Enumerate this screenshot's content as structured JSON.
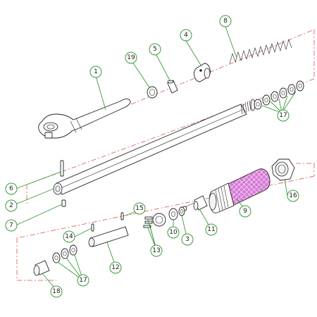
{
  "diagram": {
    "type": "exploded-parts-view",
    "accent_color": "#3a9a3a",
    "guide_line_color": "#d9534f",
    "grip_color": "#d67ad6",
    "callouts": [
      {
        "id": "c1",
        "label": "1"
      },
      {
        "id": "c2",
        "label": "2"
      },
      {
        "id": "c3",
        "label": "3"
      },
      {
        "id": "c4",
        "label": "4"
      },
      {
        "id": "c5",
        "label": "5"
      },
      {
        "id": "c6",
        "label": "6"
      },
      {
        "id": "c7",
        "label": "7"
      },
      {
        "id": "c8",
        "label": "8"
      },
      {
        "id": "c9",
        "label": "9"
      },
      {
        "id": "c10",
        "label": "10"
      },
      {
        "id": "c11",
        "label": "11"
      },
      {
        "id": "c12",
        "label": "12"
      },
      {
        "id": "c13",
        "label": "13"
      },
      {
        "id": "c14",
        "label": "14"
      },
      {
        "id": "c15",
        "label": "15"
      },
      {
        "id": "c16",
        "label": "16"
      },
      {
        "id": "c17a",
        "label": "17"
      },
      {
        "id": "c17b",
        "label": "17"
      },
      {
        "id": "c18",
        "label": "18"
      },
      {
        "id": "c19",
        "label": "19"
      }
    ]
  }
}
